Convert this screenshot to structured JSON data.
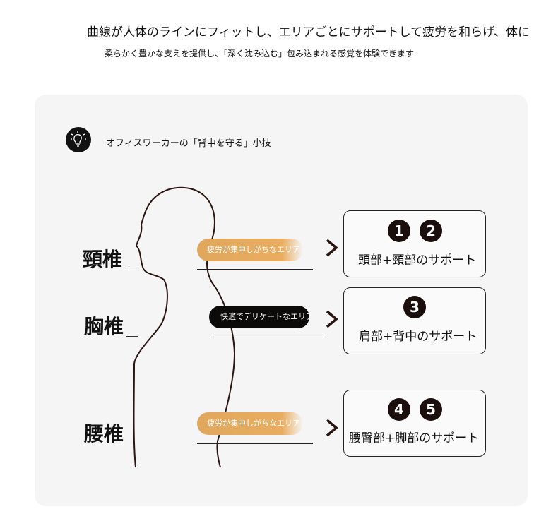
{
  "header": {
    "line1": "曲線が人体のラインにフィットし、エリアごとにサポートして疲労を和らげ、体に",
    "line2": "柔らかく豊かな支えを提供し、「深く沈み込む」包み込まれる感覚を体験できます"
  },
  "card": {
    "title": "オフィスワーカーの「背中を守る」小技",
    "icon": "lightbulb-icon",
    "rows": [
      {
        "vertebra": "頸椎",
        "tag": "疲労が集中しがちなエリア",
        "numbers": [
          "1",
          "2"
        ],
        "support": "頭部+頸部のサポート"
      },
      {
        "vertebra": "胸椎",
        "tag": "快適でデリケートなエリア",
        "numbers": [
          "3"
        ],
        "support": "肩部+背中のサポート"
      },
      {
        "vertebra": "腰椎",
        "tag": "疲労が集中しがちなエリア",
        "numbers": [
          "4",
          "5"
        ],
        "support": "腰臀部+脚部のサポート"
      }
    ]
  },
  "colors": {
    "gold": "#e0a75d",
    "dark": "#1a0f0c",
    "card": "#f5f5f5"
  }
}
